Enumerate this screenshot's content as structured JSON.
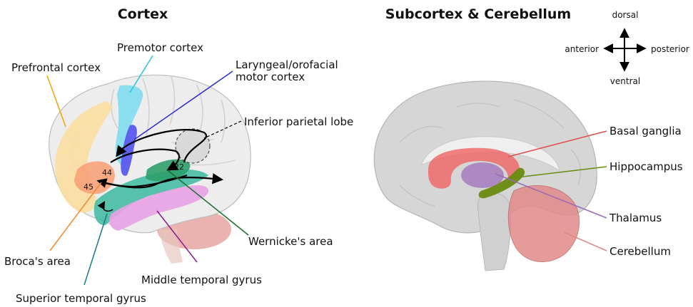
{
  "panels": {
    "left_title": "Cortex",
    "right_title": "Subcortex & Cerebellum"
  },
  "compass": {
    "up": "dorsal",
    "down": "ventral",
    "left": "anterior",
    "right": "posterior"
  },
  "cortex_labels": {
    "premotor": "Premotor cortex",
    "prefrontal": "Prefrontal cortex",
    "laryngeal_line1": "Laryngeal/orofacial",
    "laryngeal_line2": "motor cortex",
    "inferior_parietal": "Inferior parietal lobe",
    "wernicke": "Wernicke's area",
    "broca": "Broca's area",
    "middle_temporal": "Middle temporal gyrus",
    "superior_temporal": "Superior temporal gyrus"
  },
  "area_numbers": {
    "a44": "44",
    "a45": "45",
    "a22": "22"
  },
  "subcortex_labels": {
    "basal_ganglia": "Basal ganglia",
    "hippocampus": "Hippocampus",
    "thalamus": "Thalamus",
    "cerebellum": "Cerebellum"
  },
  "colors": {
    "prefrontal": "#f8deA0",
    "premotor": "#7fdcec",
    "laryngeal": "#5a5af0",
    "broca": "#f8a278",
    "wernicke": "#2e9e6a",
    "superior_temporal": "#3cb8a0",
    "middle_temporal": "#e7a2e4",
    "cerebellum": "#e08a88",
    "basal_ganglia": "#f06464",
    "hippocampus": "#6a8a10",
    "thalamus": "#9a6ab8",
    "inferior_parietal": "#d8d8d8"
  }
}
